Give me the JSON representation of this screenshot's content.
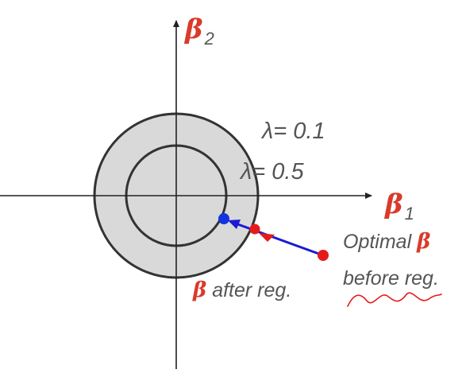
{
  "axes": {
    "y_label": {
      "symbol": "β",
      "subscript": "2"
    },
    "x_label": {
      "symbol": "β",
      "subscript": "1"
    }
  },
  "contours": {
    "outer_label": "λ= 0.1",
    "inner_label": "λ= 0.5"
  },
  "annotations": {
    "after": {
      "symbol": "β",
      "text": " after reg."
    },
    "before_line1": {
      "text": "Optimal ",
      "symbol": "β"
    },
    "before_line2": "before reg."
  },
  "colors": {
    "accent_red": "#d93b2b",
    "optimal_dot": "#e51b1b",
    "reg_dot": "#1433e0",
    "arrow_blue": "#1a1ad6",
    "circle_fill": "#d9d9d9",
    "stroke": "#333333",
    "text_gray": "#555555"
  },
  "icons": {
    "optimal_point": "red-dot-icon",
    "regularized_point": "blue-dot-icon",
    "shift_arrow": "arrow-left-icon",
    "wavy_underline": "squiggle-icon"
  }
}
